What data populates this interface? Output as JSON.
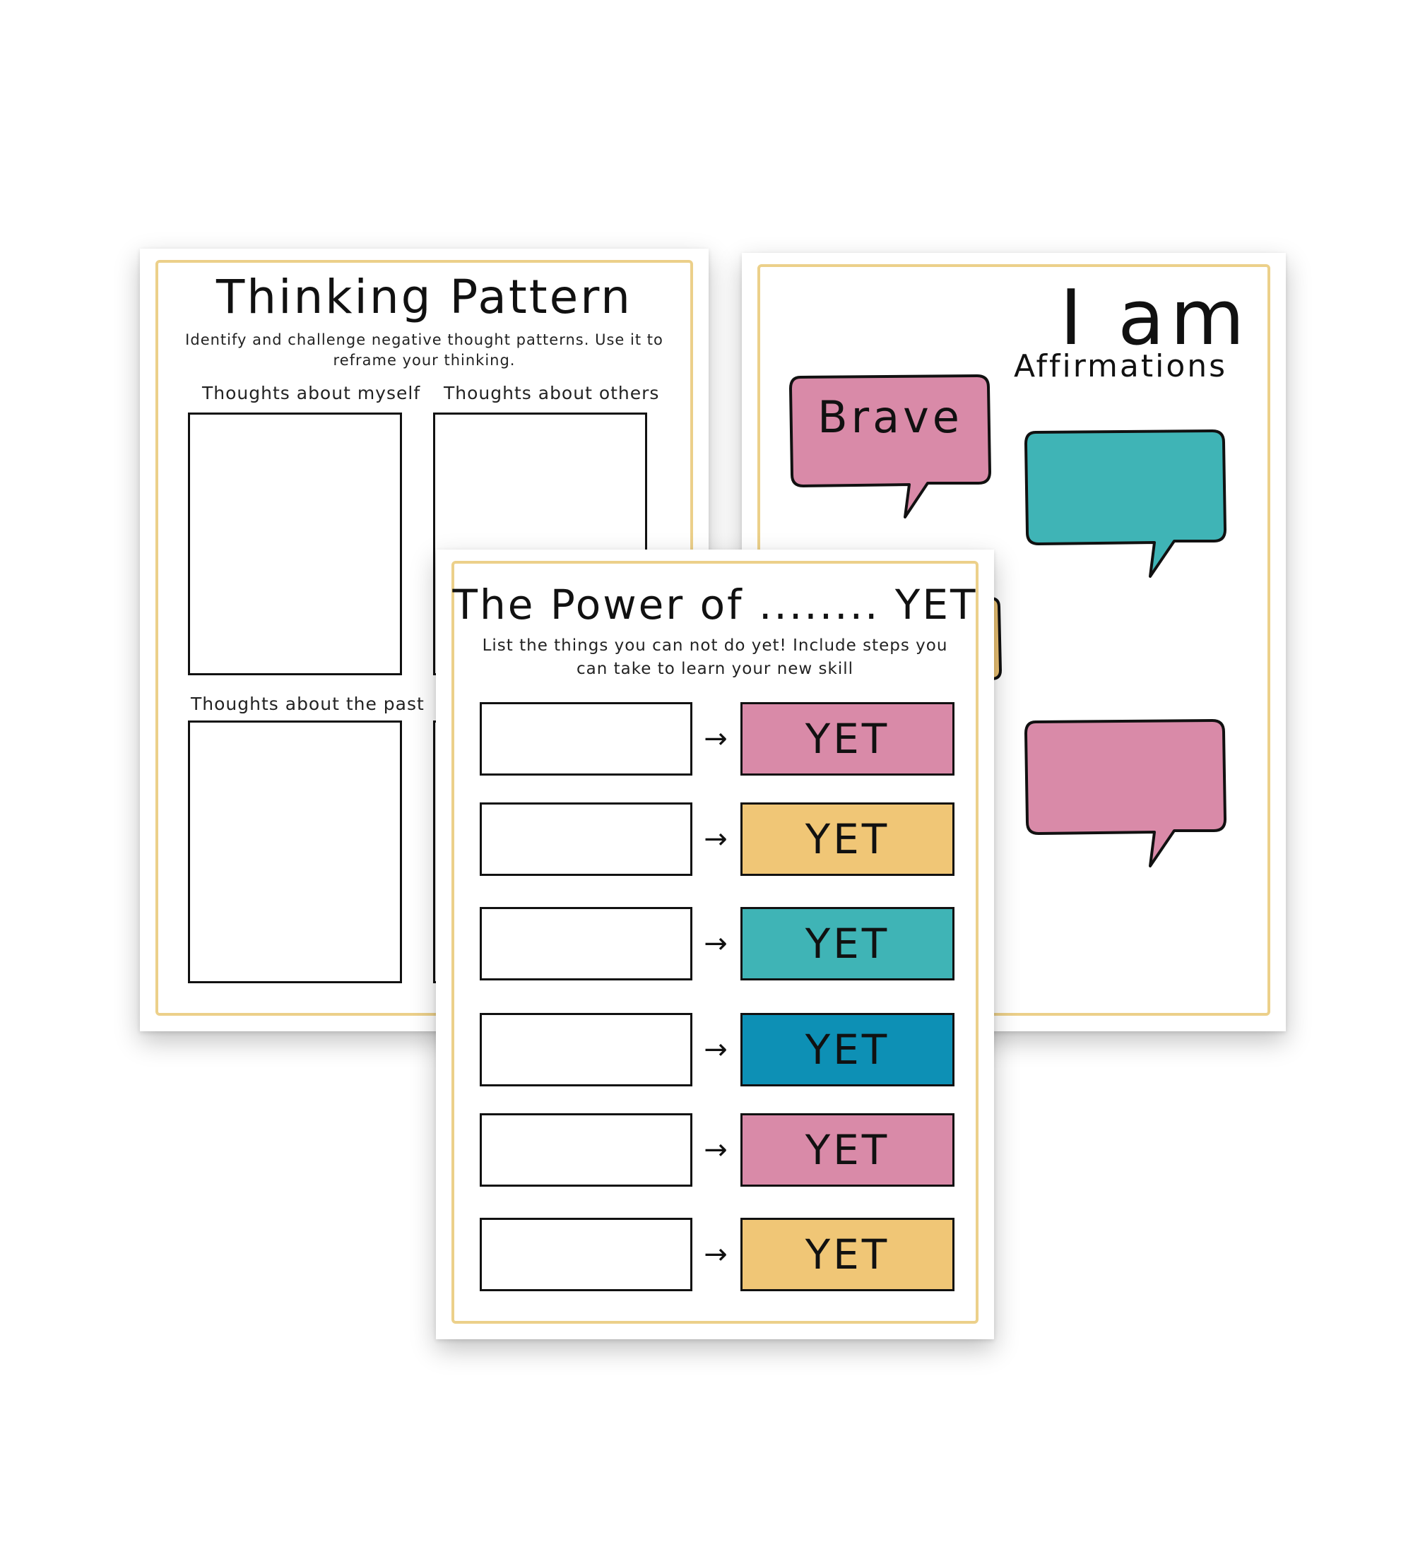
{
  "thinking_pattern": {
    "title": "Thinking Pattern",
    "subtitle": "Identify and challenge negative thought patterns. Use it to reframe your thinking.",
    "sections": [
      {
        "label": "Thoughts about myself"
      },
      {
        "label": "Thoughts about others"
      },
      {
        "label": "Thoughts about the past"
      }
    ]
  },
  "affirmations": {
    "heading": "I am",
    "subheading": "Affirmations",
    "bubbles": [
      {
        "text": "Brave",
        "color": "#d98aa8"
      },
      {
        "text": "",
        "color": "#3fb4b6"
      },
      {
        "text": "",
        "color": "#f0c676"
      },
      {
        "text": "",
        "color": "#d98aa8"
      }
    ]
  },
  "power_of_yet": {
    "title": "The Power of ........ YET",
    "subtitle": "List the things you can not do yet! Include steps you can take to learn your new skill",
    "arrow_glyph": "→",
    "rows": [
      {
        "label": "YET",
        "color": "#d98aa8"
      },
      {
        "label": "YET",
        "color": "#f0c676"
      },
      {
        "label": "YET",
        "color": "#3fb4b6"
      },
      {
        "label": "YET",
        "color": "#0d90b5"
      },
      {
        "label": "YET",
        "color": "#d98aa8"
      },
      {
        "label": "YET",
        "color": "#f0c676"
      }
    ]
  },
  "colors": {
    "frame_border": "#ecd08a",
    "pink": "#d98aa8",
    "yellow": "#f0c676",
    "teal": "#3fb4b6",
    "blue": "#0d90b5"
  }
}
